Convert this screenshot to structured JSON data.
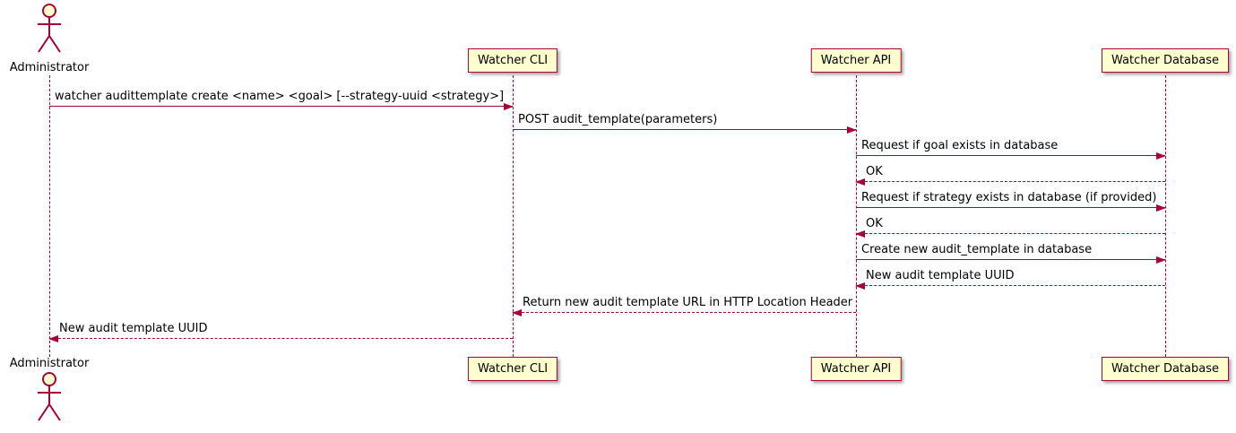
{
  "diagram": {
    "type": "sequence",
    "colors": {
      "box_fill": "#FEFECE",
      "stroke": "#A80036",
      "text": "#000000",
      "background": "#FFFFFF"
    },
    "participants": [
      {
        "name": "Administrator",
        "kind": "actor"
      },
      {
        "name": "Watcher CLI",
        "kind": "participant"
      },
      {
        "name": "Watcher API",
        "kind": "participant"
      },
      {
        "name": "Watcher Database",
        "kind": "participant"
      }
    ],
    "messages": [
      {
        "from": "Administrator",
        "to": "Watcher CLI",
        "style": "solid",
        "text": "watcher audittemplate create <name> <goal> [--strategy-uuid <strategy>]"
      },
      {
        "from": "Watcher CLI",
        "to": "Watcher API",
        "style": "solid",
        "text": "POST audit_template(parameters)"
      },
      {
        "from": "Watcher API",
        "to": "Watcher Database",
        "style": "solid",
        "text": "Request if goal exists in database"
      },
      {
        "from": "Watcher Database",
        "to": "Watcher API",
        "style": "dashed",
        "text": "OK"
      },
      {
        "from": "Watcher API",
        "to": "Watcher Database",
        "style": "solid",
        "text": "Request if strategy exists in database (if provided)"
      },
      {
        "from": "Watcher Database",
        "to": "Watcher API",
        "style": "dashed",
        "text": "OK"
      },
      {
        "from": "Watcher API",
        "to": "Watcher Database",
        "style": "solid",
        "text": "Create new audit_template in database"
      },
      {
        "from": "Watcher Database",
        "to": "Watcher API",
        "style": "dashed",
        "text": "New audit template UUID"
      },
      {
        "from": "Watcher API",
        "to": "Watcher CLI",
        "style": "dashed",
        "text": "Return new audit template URL in HTTP Location Header"
      },
      {
        "from": "Watcher CLI",
        "to": "Administrator",
        "style": "dashed",
        "text": "New audit template UUID"
      }
    ]
  }
}
